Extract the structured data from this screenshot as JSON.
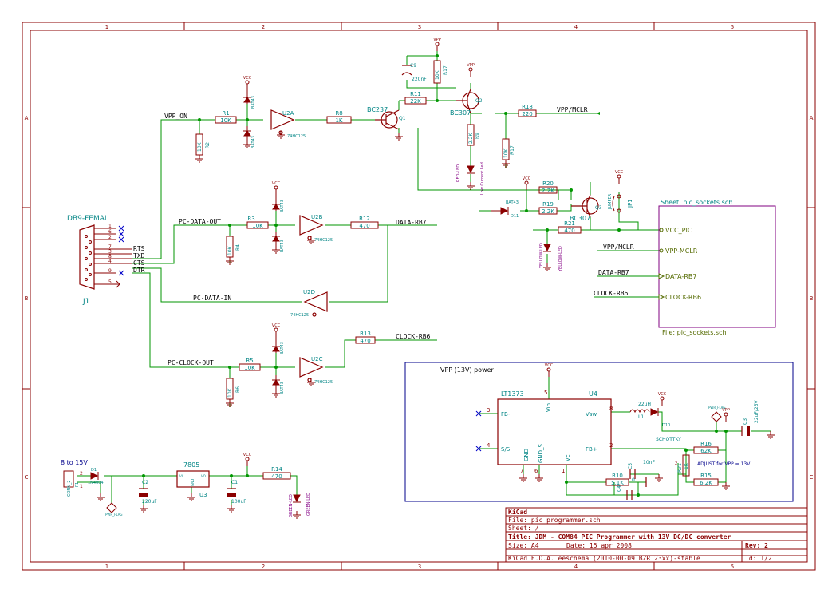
{
  "colors": {
    "frame": "#8b0000",
    "wire": "#009600",
    "comp": "#8b0000",
    "ref": "#008484",
    "value": "#008484",
    "net": "#000000",
    "power": "#8b0000",
    "sheet": "#800080",
    "sheet_pin": "#556b00",
    "vpp_box": "#00008b",
    "noconnect": "#0000c8",
    "purple_text": "#840084",
    "title_text": "#8b0000"
  },
  "border": {
    "top_cols": [
      "1",
      "2",
      "3",
      "4",
      "5"
    ],
    "bottom_cols": [
      "1",
      "2",
      "3",
      "4",
      "5"
    ],
    "rows": [
      "A",
      "B",
      "C"
    ]
  },
  "connector": {
    "ref": "J1",
    "name": "DB9-FEMAL",
    "pins": [
      "1",
      "6",
      "2",
      "7",
      "3",
      "8",
      "4",
      "9",
      "5"
    ]
  },
  "nets": {
    "vpp_on": "VPP_ON",
    "pc_data_out": "PC-DATA-OUT",
    "pc_data_in": "PC-DATA-IN",
    "pc_clock_out": "PC-CLOCK-OUT",
    "data_rb7": "DATA-RB7",
    "clock_rb6": "CLOCK-RB6",
    "vpp_mclr": "VPP/MCLR",
    "rts": "RTS",
    "txd": "TXD",
    "cts": "CTS",
    "dtr": "DTR",
    "vpp_13v": "VPP (13V) power",
    "in_8_15": "8 to 15V",
    "adjust": "ADJUST for VPP = 13V"
  },
  "components": {
    "r1": {
      "ref": "R1",
      "val": "10K"
    },
    "r2": {
      "ref": "R2",
      "val": "10K"
    },
    "r3": {
      "ref": "R3",
      "val": "10K"
    },
    "r4": {
      "ref": "R4",
      "val": "10K"
    },
    "r5": {
      "ref": "R5",
      "val": "10K"
    },
    "r6": {
      "ref": "R6",
      "val": "10K"
    },
    "r8": {
      "ref": "R8",
      "val": "1K"
    },
    "r9": {
      "ref": "R9",
      "val": "2.2K"
    },
    "r10": {
      "ref": "R10",
      "val": "5.1K"
    },
    "r11": {
      "ref": "R11",
      "val": "22K"
    },
    "r12": {
      "ref": "R12",
      "val": "470"
    },
    "r13": {
      "ref": "R13",
      "val": "470"
    },
    "r14": {
      "ref": "R14",
      "val": "470"
    },
    "r15": {
      "ref": "R15",
      "val": "6.2K"
    },
    "r16": {
      "ref": "R16",
      "val": "62K"
    },
    "r17": {
      "ref": "R17",
      "val": "10K"
    },
    "r18": {
      "ref": "R18",
      "val": "220"
    },
    "r19": {
      "ref": "R19",
      "val": "2.2K"
    },
    "r20": {
      "ref": "R20",
      "val": "2.2K"
    },
    "r21": {
      "ref": "R21",
      "val": "470"
    },
    "u2a": {
      "ref": "U2A",
      "val": "74HC125"
    },
    "u2b": {
      "ref": "U2B",
      "val": "74HC125"
    },
    "u2c": {
      "ref": "U2C",
      "val": "74HC125"
    },
    "u2d": {
      "ref": "U2D",
      "val": "74HC125"
    },
    "u3": {
      "ref": "U3",
      "val": "7805"
    },
    "u4": {
      "ref": "U4",
      "val": "LT1373"
    },
    "q1": {
      "ref": "Q1",
      "val": "BC237"
    },
    "q2": {
      "ref": "Q2",
      "val": "BC307"
    },
    "q3": {
      "ref": "Q3",
      "val": "BC307"
    },
    "c1": {
      "ref": "C1",
      "val": "100uF"
    },
    "c2": {
      "ref": "C2",
      "val": "220uF"
    },
    "c3": {
      "ref": "C3",
      "val": "22uF/25V"
    },
    "c4": {
      "ref": "C4",
      "val": "0"
    },
    "c5": {
      "ref": "C5",
      "val": "10nF"
    },
    "c9": {
      "ref": "C9",
      "val": "220nF"
    },
    "d1": {
      "ref": "D1",
      "val": "1N4004"
    },
    "d10": {
      "ref": "D10",
      "val": "SCHOTTKY"
    },
    "d11": {
      "ref": "D11",
      "val": "BAT43"
    },
    "l1": {
      "ref": "L1",
      "val": "22uH"
    },
    "rv1": {
      "ref": "RV1",
      "val": "1K"
    },
    "jp1": {
      "ref": "JP1",
      "val": "JUMPER"
    },
    "p1": {
      "ref": "P1",
      "val": "CONN_2"
    },
    "bat": "BAT43",
    "red_led": "RED-LED",
    "yellow_led": "YELLOW-LED",
    "green_led": "GREEN-LED",
    "low_current": "Low Current Led",
    "pwr_flag": "PWR_FLAG",
    "vcc": "VCC",
    "vpp": "VPP"
  },
  "u4_pins": {
    "fb_minus": "FB-",
    "vsw": "Vsw",
    "s_s": "S/S",
    "fb_plus": "FB+",
    "gnd": "GND",
    "gnd_s": "GND_S",
    "vc": "Vc",
    "vin": "Vin",
    "p3": "3",
    "p8": "8",
    "p4": "4",
    "p2": "2",
    "p5": "5",
    "p7": "7",
    "p6": "6",
    "p1": "1"
  },
  "u3_pins": {
    "vi": "VI",
    "vo": "VO",
    "gnd": "GND"
  },
  "sheet": {
    "title": "Sheet: pic_sockets.sch",
    "file": "File: pic_sockets.sch",
    "pins": [
      "VCC_PIC",
      "VPP-MCLR",
      "DATA-RB7",
      "CLOCK-RB6"
    ]
  },
  "title_block": {
    "company": "KiCad",
    "file": "File: pic_programmer.sch",
    "sheet": "Sheet: /",
    "title": "Title: JDM - COM84 PIC Programmer with 13V DC/DC converter",
    "size": "Size: A4",
    "date": "Date: 15 apr 2008",
    "rev": "Rev: 2",
    "software": "KiCad E.D.A.  eeschema (2010-00-09 BZR 23xx)-stable",
    "id": "Id: 1/2"
  }
}
